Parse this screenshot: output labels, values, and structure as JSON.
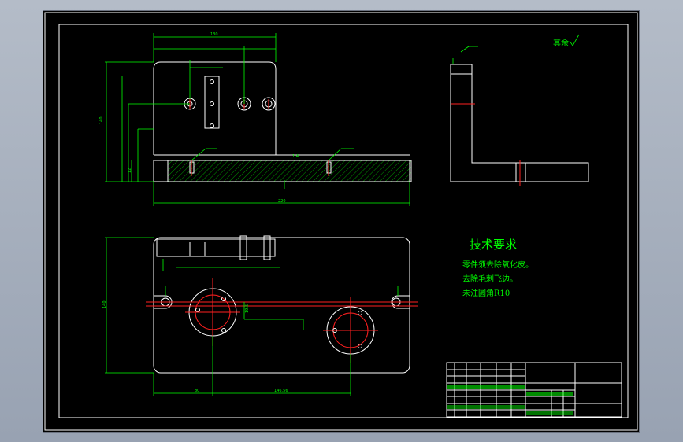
{
  "colors": {
    "background": "#000000",
    "outline": "#ffffff",
    "dimension": "#00ff00",
    "centerline": "#ff2020",
    "window": "#a9b1bf"
  },
  "drawing": {
    "surface_finish_note": "其余",
    "tech_requirements": {
      "title": "技术要求",
      "items": [
        "零件须去除氧化皮。",
        "去除毛刺飞边。",
        "未注圆角R10"
      ]
    },
    "dimensions": {
      "overall_width_top": "130",
      "overall_width_bottom": "220",
      "total_height": "140",
      "plate_thickness": "12",
      "bottom_depth": "140",
      "bottom_dim_left": "80",
      "bottom_dim_right": "146.56",
      "center_offset": "19.5",
      "angle_note": "1:4"
    }
  }
}
